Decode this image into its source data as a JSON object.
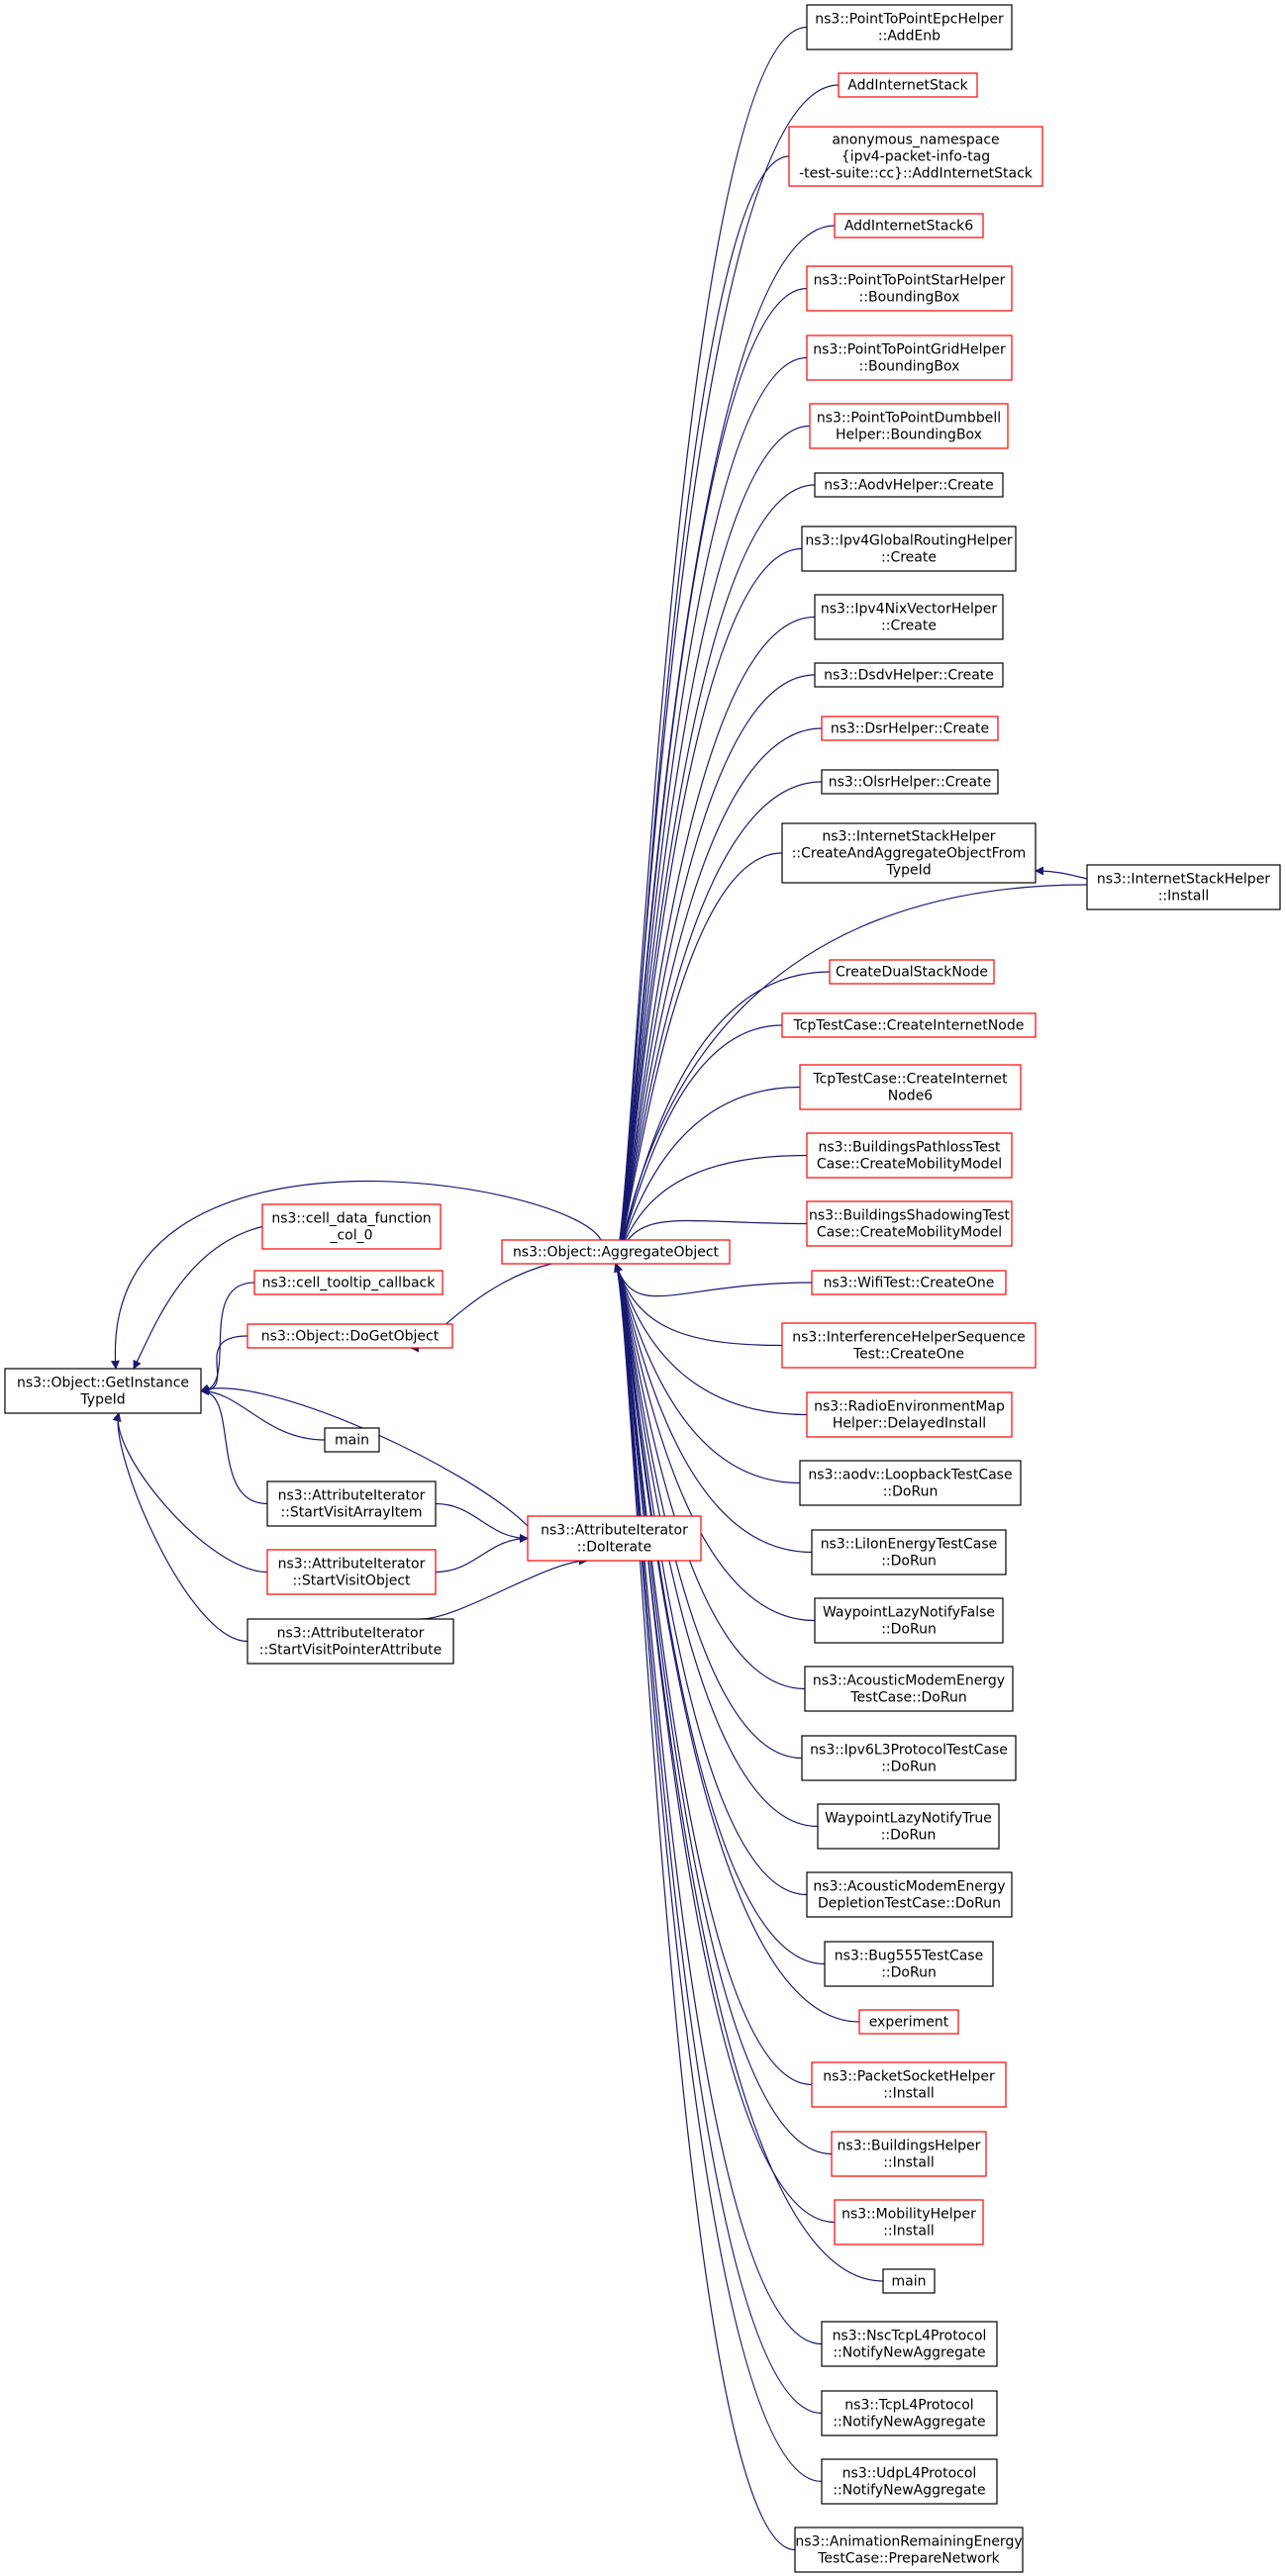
{
  "colors": {
    "edge": "#191970",
    "border_normal": "#000000",
    "border_truncated": "#ff0000",
    "fill_focus": "#bfbfbf",
    "fill_default": "#ffffff"
  },
  "legend_note": "",
  "nodes": [
    {
      "id": "getinst",
      "lines": [
        "ns3::Object::GetInstance",
        "TypeId"
      ],
      "style": "focus"
    },
    {
      "id": "celldata",
      "lines": [
        "ns3::cell_data_function",
        "_col_0"
      ],
      "style": "red"
    },
    {
      "id": "celltip",
      "lines": [
        "ns3::cell_tooltip_callback"
      ],
      "style": "red"
    },
    {
      "id": "dogetobj",
      "lines": [
        "ns3::Object::DoGetObject"
      ],
      "style": "red"
    },
    {
      "id": "mainleft",
      "lines": [
        "main"
      ],
      "style": "black"
    },
    {
      "id": "startarray",
      "lines": [
        "ns3::AttributeIterator",
        "::StartVisitArrayItem"
      ],
      "style": "black"
    },
    {
      "id": "startobj",
      "lines": [
        "ns3::AttributeIterator",
        "::StartVisitObject"
      ],
      "style": "red"
    },
    {
      "id": "startptr",
      "lines": [
        "ns3::AttributeIterator",
        "::StartVisitPointerAttribute"
      ],
      "style": "black"
    },
    {
      "id": "doiterate",
      "lines": [
        "ns3::AttributeIterator",
        "::DoIterate"
      ],
      "style": "red"
    },
    {
      "id": "aggregate",
      "lines": [
        "ns3::Object::AggregateObject"
      ],
      "style": "red"
    },
    {
      "id": "addenb",
      "lines": [
        "ns3::PointToPointEpcHelper",
        "::AddEnb"
      ],
      "style": "black"
    },
    {
      "id": "addstack",
      "lines": [
        "AddInternetStack"
      ],
      "style": "red"
    },
    {
      "id": "anonstack",
      "lines": [
        "anonymous_namespace",
        "{ipv4-packet-info-tag",
        "-test-suite::cc}::AddInternetStack"
      ],
      "style": "red"
    },
    {
      "id": "addstack6",
      "lines": [
        "AddInternetStack6"
      ],
      "style": "red"
    },
    {
      "id": "starbb",
      "lines": [
        "ns3::PointToPointStarHelper",
        "::BoundingBox"
      ],
      "style": "red"
    },
    {
      "id": "gridbb",
      "lines": [
        "ns3::PointToPointGridHelper",
        "::BoundingBox"
      ],
      "style": "red"
    },
    {
      "id": "dumbbb",
      "lines": [
        "ns3::PointToPointDumbbell",
        "Helper::BoundingBox"
      ],
      "style": "red"
    },
    {
      "id": "aodvcreate",
      "lines": [
        "ns3::AodvHelper::Create"
      ],
      "style": "black"
    },
    {
      "id": "ipv4global",
      "lines": [
        "ns3::Ipv4GlobalRoutingHelper",
        "::Create"
      ],
      "style": "black"
    },
    {
      "id": "ipv4nix",
      "lines": [
        "ns3::Ipv4NixVectorHelper",
        "::Create"
      ],
      "style": "black"
    },
    {
      "id": "dsdv",
      "lines": [
        "ns3::DsdvHelper::Create"
      ],
      "style": "black"
    },
    {
      "id": "dsr",
      "lines": [
        "ns3::DsrHelper::Create"
      ],
      "style": "red"
    },
    {
      "id": "olsr",
      "lines": [
        "ns3::OlsrHelper::Create"
      ],
      "style": "black"
    },
    {
      "id": "createagg",
      "lines": [
        "ns3::InternetStackHelper",
        "::CreateAndAggregateObjectFrom",
        "TypeId"
      ],
      "style": "black"
    },
    {
      "id": "ishinstall",
      "lines": [
        "ns3::InternetStackHelper",
        "::Install"
      ],
      "style": "black"
    },
    {
      "id": "dualstack",
      "lines": [
        "CreateDualStackNode"
      ],
      "style": "red"
    },
    {
      "id": "tcpnode",
      "lines": [
        "TcpTestCase::CreateInternetNode"
      ],
      "style": "red"
    },
    {
      "id": "tcpnode6",
      "lines": [
        "TcpTestCase::CreateInternet",
        "Node6"
      ],
      "style": "red"
    },
    {
      "id": "bpathloss",
      "lines": [
        "ns3::BuildingsPathlossTest",
        "Case::CreateMobilityModel"
      ],
      "style": "red"
    },
    {
      "id": "bshadow",
      "lines": [
        "ns3::BuildingsShadowingTest",
        "Case::CreateMobilityModel"
      ],
      "style": "red"
    },
    {
      "id": "wifitest",
      "lines": [
        "ns3::WifiTest::CreateOne"
      ],
      "style": "red"
    },
    {
      "id": "interf",
      "lines": [
        "ns3::InterferenceHelperSequence",
        "Test::CreateOne"
      ],
      "style": "red"
    },
    {
      "id": "radioenv",
      "lines": [
        "ns3::RadioEnvironmentMap",
        "Helper::DelayedInstall"
      ],
      "style": "red"
    },
    {
      "id": "aodvloop",
      "lines": [
        "ns3::aodv::LoopbackTestCase",
        "::DoRun"
      ],
      "style": "black"
    },
    {
      "id": "liion",
      "lines": [
        "ns3::LiIonEnergyTestCase",
        "::DoRun"
      ],
      "style": "black"
    },
    {
      "id": "wplfalse",
      "lines": [
        "WaypointLazyNotifyFalse",
        "::DoRun"
      ],
      "style": "black"
    },
    {
      "id": "acoustic",
      "lines": [
        "ns3::AcousticModemEnergy",
        "TestCase::DoRun"
      ],
      "style": "black"
    },
    {
      "id": "ipv6l3",
      "lines": [
        "ns3::Ipv6L3ProtocolTestCase",
        "::DoRun"
      ],
      "style": "black"
    },
    {
      "id": "wpltrue",
      "lines": [
        "WaypointLazyNotifyTrue",
        "::DoRun"
      ],
      "style": "black"
    },
    {
      "id": "acdepl",
      "lines": [
        "ns3::AcousticModemEnergy",
        "DepletionTestCase::DoRun"
      ],
      "style": "black"
    },
    {
      "id": "bug555",
      "lines": [
        "ns3::Bug555TestCase",
        "::DoRun"
      ],
      "style": "black"
    },
    {
      "id": "experiment",
      "lines": [
        "experiment"
      ],
      "style": "red"
    },
    {
      "id": "pktsock",
      "lines": [
        "ns3::PacketSocketHelper",
        "::Install"
      ],
      "style": "red"
    },
    {
      "id": "bldinst",
      "lines": [
        "ns3::BuildingsHelper",
        "::Install"
      ],
      "style": "red"
    },
    {
      "id": "mobinst",
      "lines": [
        "ns3::MobilityHelper",
        "::Install"
      ],
      "style": "red"
    },
    {
      "id": "mainright",
      "lines": [
        "main"
      ],
      "style": "black"
    },
    {
      "id": "nsctcp",
      "lines": [
        "ns3::NscTcpL4Protocol",
        "::NotifyNewAggregate"
      ],
      "style": "black"
    },
    {
      "id": "tcpl4",
      "lines": [
        "ns3::TcpL4Protocol",
        "::NotifyNewAggregate"
      ],
      "style": "black"
    },
    {
      "id": "udpl4",
      "lines": [
        "ns3::UdpL4Protocol",
        "::NotifyNewAggregate"
      ],
      "style": "black"
    },
    {
      "id": "animprep",
      "lines": [
        "ns3::AnimationRemainingEnergy",
        "TestCase::PrepareNetwork"
      ],
      "style": "black"
    }
  ],
  "edges": [
    [
      "aggregate",
      "getinst"
    ],
    [
      "celldata",
      "getinst"
    ],
    [
      "celltip",
      "getinst"
    ],
    [
      "dogetobj",
      "getinst"
    ],
    [
      "mainleft",
      "getinst"
    ],
    [
      "doiterate",
      "getinst"
    ],
    [
      "startarray",
      "getinst"
    ],
    [
      "startobj",
      "getinst"
    ],
    [
      "startptr",
      "getinst"
    ],
    [
      "aggregate",
      "dogetobj"
    ],
    [
      "startarray",
      "doiterate"
    ],
    [
      "startobj",
      "doiterate"
    ],
    [
      "startptr",
      "doiterate"
    ],
    [
      "createagg",
      "ishinstall"
    ],
    [
      "addenb",
      "aggregate"
    ],
    [
      "addstack",
      "aggregate"
    ],
    [
      "anonstack",
      "aggregate"
    ],
    [
      "addstack6",
      "aggregate"
    ],
    [
      "starbb",
      "aggregate"
    ],
    [
      "gridbb",
      "aggregate"
    ],
    [
      "dumbbb",
      "aggregate"
    ],
    [
      "aodvcreate",
      "aggregate"
    ],
    [
      "ipv4global",
      "aggregate"
    ],
    [
      "ipv4nix",
      "aggregate"
    ],
    [
      "dsdv",
      "aggregate"
    ],
    [
      "dsr",
      "aggregate"
    ],
    [
      "olsr",
      "aggregate"
    ],
    [
      "createagg",
      "aggregate"
    ],
    [
      "ishinstall",
      "aggregate"
    ],
    [
      "dualstack",
      "aggregate"
    ],
    [
      "tcpnode",
      "aggregate"
    ],
    [
      "tcpnode6",
      "aggregate"
    ],
    [
      "bpathloss",
      "aggregate"
    ],
    [
      "bshadow",
      "aggregate"
    ],
    [
      "wifitest",
      "aggregate"
    ],
    [
      "interf",
      "aggregate"
    ],
    [
      "radioenv",
      "aggregate"
    ],
    [
      "aodvloop",
      "aggregate"
    ],
    [
      "liion",
      "aggregate"
    ],
    [
      "wplfalse",
      "aggregate"
    ],
    [
      "acoustic",
      "aggregate"
    ],
    [
      "ipv6l3",
      "aggregate"
    ],
    [
      "wpltrue",
      "aggregate"
    ],
    [
      "acdepl",
      "aggregate"
    ],
    [
      "bug555",
      "aggregate"
    ],
    [
      "experiment",
      "aggregate"
    ],
    [
      "pktsock",
      "aggregate"
    ],
    [
      "bldinst",
      "aggregate"
    ],
    [
      "mobinst",
      "aggregate"
    ],
    [
      "mainright",
      "aggregate"
    ],
    [
      "nsctcp",
      "aggregate"
    ],
    [
      "tcpl4",
      "aggregate"
    ],
    [
      "udpl4",
      "aggregate"
    ],
    [
      "animprep",
      "aggregate"
    ]
  ]
}
